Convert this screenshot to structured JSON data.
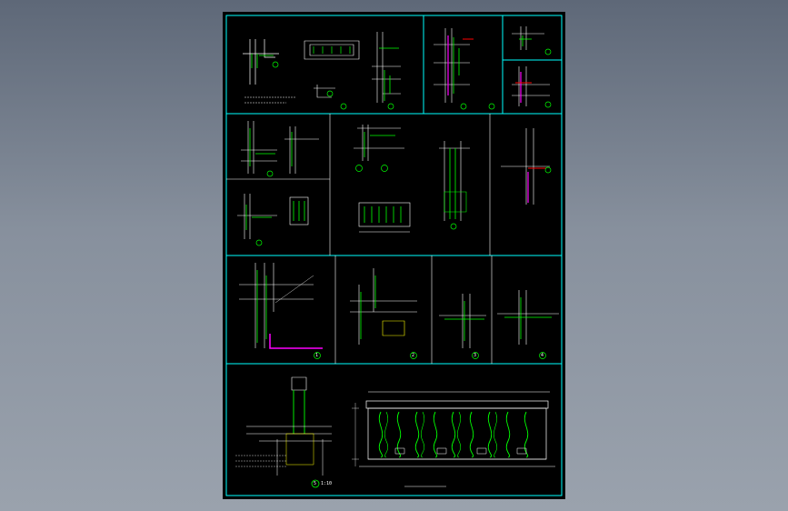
{
  "colors": {
    "background": "#7d8693",
    "sheet": "#000000",
    "frame": "#00ffff",
    "line": "#ffffff",
    "detail": "#00ff00",
    "accent": "#ff00ff",
    "highlight": "#ff0000",
    "hatch": "#ffff00"
  },
  "labels": {
    "d1": "1",
    "d2": "2",
    "d3": "3",
    "d4": "4",
    "d5": "5",
    "d5_scale": "1:10"
  }
}
